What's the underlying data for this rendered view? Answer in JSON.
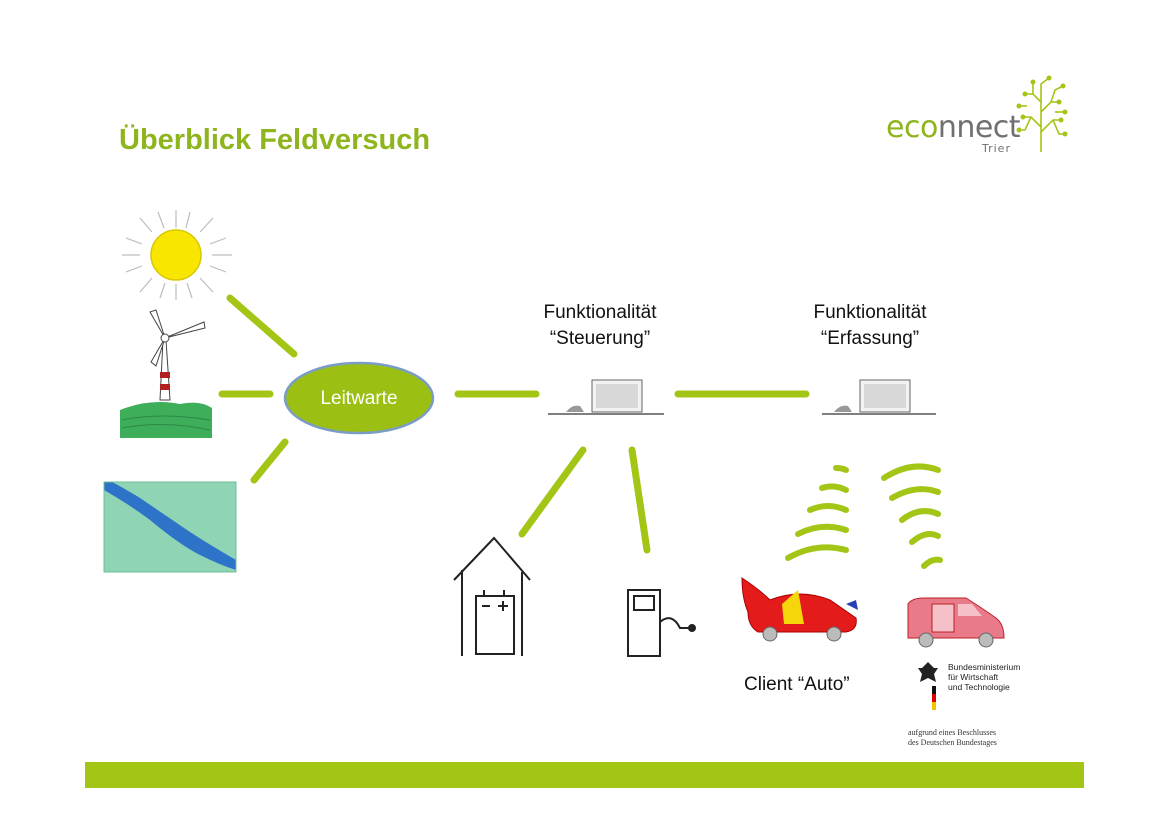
{
  "slide": {
    "title": "Überblick Feldversuch"
  },
  "logo": {
    "brand_light": "eco",
    "brand_dark": "nnect",
    "sub": "Trier"
  },
  "diagram": {
    "nodes": {
      "leitwarte": "Leitwarte",
      "steuerung_line1": "Funktionalität",
      "steuerung_line2": "“Steuerung”",
      "erfassung_line1": "Funktionalität",
      "erfassung_line2": "“Erfassung”",
      "client": "Client “Auto”"
    }
  },
  "sponsor": {
    "name_line1": "Bundesministerium",
    "name_line2": "für Wirtschaft",
    "name_line3": "und Technologie",
    "note_line1": "aufgrund eines Beschlusses",
    "note_line2": "des Deutschen Bundestages"
  },
  "colors": {
    "accent": "#a3c515",
    "title": "#8fb51e",
    "node_fill": "#9cbf14",
    "node_stroke": "#7a9cc6"
  }
}
